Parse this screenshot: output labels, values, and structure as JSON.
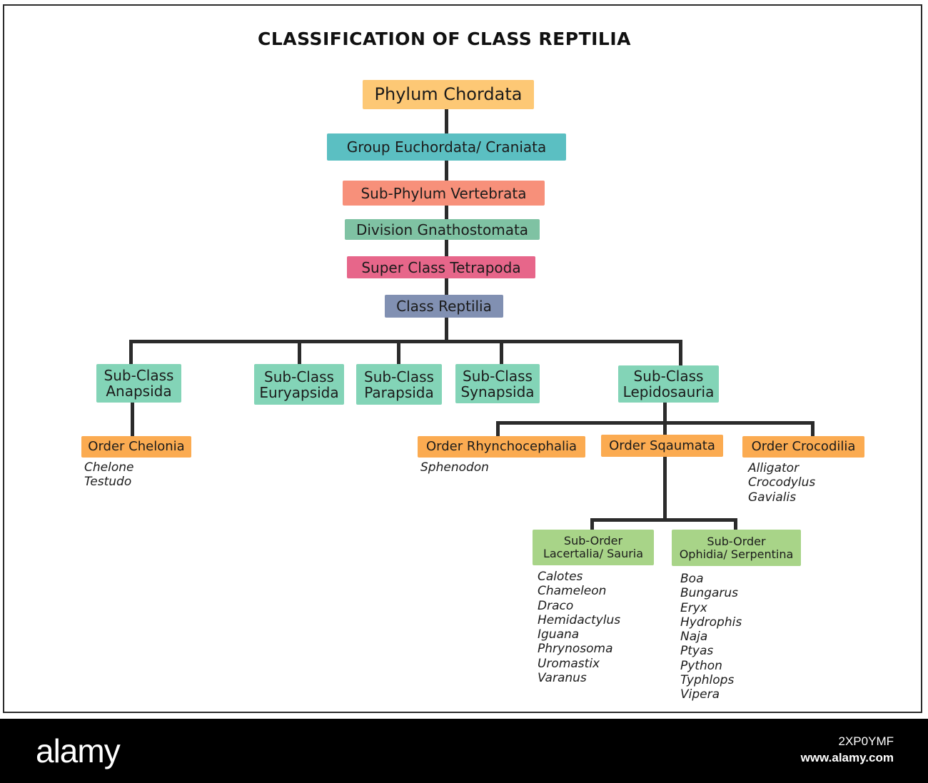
{
  "title": "CLASSIFICATION OF CLASS REPTILIA",
  "colors": {
    "phylum": "#fdc875",
    "group": "#5bbfc2",
    "subphylum": "#f7907a",
    "division": "#7fc2a3",
    "superclass": "#e7668a",
    "class": "#8190b2",
    "subclass": "#83d4b7",
    "order": "#fbab51",
    "suborder": "#a8d488",
    "line": "#2b2b2b"
  },
  "hierarchy": {
    "phylum": "Phylum Chordata",
    "group": "Group Euchordata/ Craniata",
    "subphylum": "Sub-Phylum Vertebrata",
    "division": "Division Gnathostomata",
    "superclass": "Super Class Tetrapoda",
    "class": "Class Reptilia"
  },
  "subclasses": {
    "anapsida": {
      "line1": "Sub-Class",
      "line2": "Anapsida"
    },
    "euryapsida": {
      "line1": "Sub-Class",
      "line2": "Euryapsida"
    },
    "parapsida": {
      "line1": "Sub-Class",
      "line2": "Parapsida"
    },
    "synapsida": {
      "line1": "Sub-Class",
      "line2": "Synapsida"
    },
    "lepidosauria": {
      "line1": "Sub-Class",
      "line2": "Lepidosauria"
    }
  },
  "orders": {
    "chelonia": {
      "label": "Order Chelonia",
      "examples": [
        "Chelone",
        "Testudo"
      ]
    },
    "rhynchocephalia": {
      "label": "Order Rhynchocephalia",
      "examples": [
        "Sphenodon"
      ]
    },
    "squamata": {
      "label": "Order Sqaumata"
    },
    "crocodilia": {
      "label": "Order Crocodilia",
      "examples": [
        "Alligator",
        "Crocodylus",
        "Gavialis"
      ]
    }
  },
  "suborders": {
    "lacertilia": {
      "line1": "Sub-Order",
      "line2": "Lacertalia/ Sauria",
      "examples": [
        "Calotes",
        "Chameleon",
        "Draco",
        "Hemidactylus",
        "Iguana",
        "Phrynosoma",
        "Uromastix",
        "Varanus"
      ]
    },
    "ophidia": {
      "line1": "Sub-Order",
      "line2": "Ophidia/ Serpentina",
      "examples": [
        "Boa",
        "Bungarus",
        "Eryx",
        "Hydrophis",
        "Naja",
        "Ptyas",
        "Python",
        "Typhlops",
        "Vipera"
      ]
    }
  },
  "footer": {
    "brand": "alamy",
    "image_id": "2XP0YMF",
    "url": "www.alamy.com"
  }
}
